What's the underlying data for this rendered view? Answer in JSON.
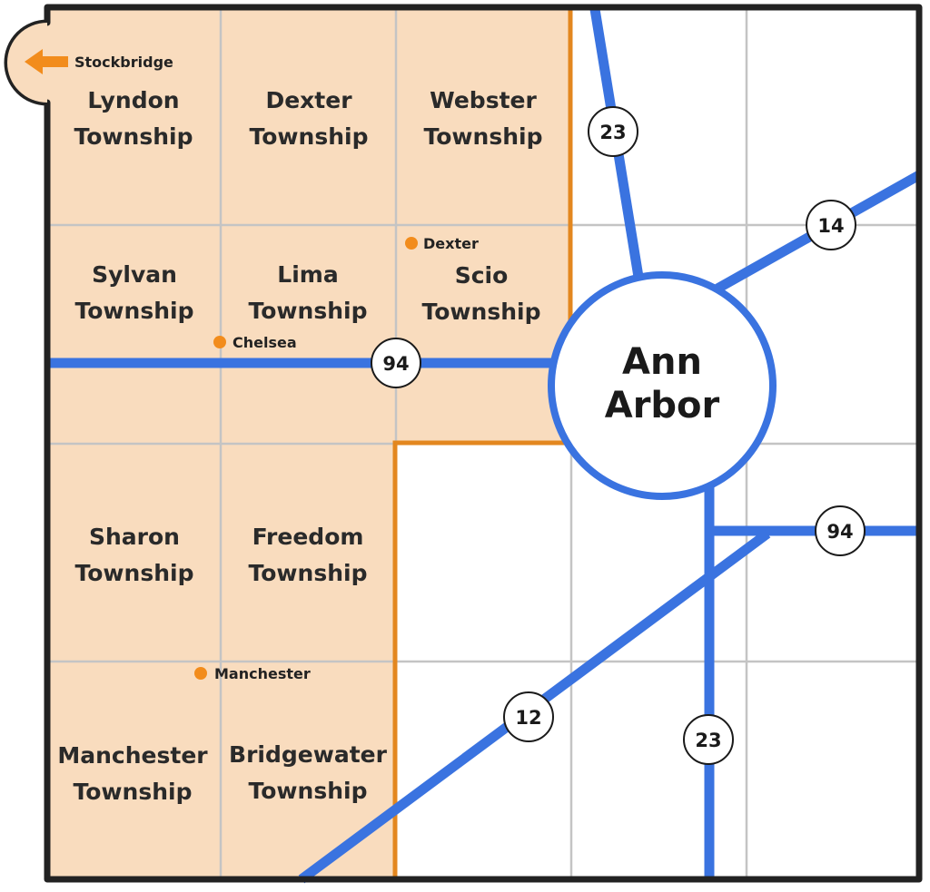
{
  "colors": {
    "region_fill": "#f9dcbe",
    "region_border": "#e3871f",
    "road": "#3a73e0",
    "grid": "#c4c4c4",
    "frame": "#222222",
    "town_dot": "#f28c1c",
    "arrow": "#f28c1c"
  },
  "stockbridge": {
    "label": "Stockbridge",
    "icon": "arrow-left-icon"
  },
  "townships": {
    "lyndon": {
      "line1": "Lyndon",
      "line2": "Township"
    },
    "dexter": {
      "line1": "Dexter",
      "line2": "Township"
    },
    "webster": {
      "line1": "Webster",
      "line2": "Township"
    },
    "sylvan": {
      "line1": "Sylvan",
      "line2": "Township"
    },
    "lima": {
      "line1": "Lima",
      "line2": "Township"
    },
    "scio": {
      "line1": "Scio",
      "line2": "Township"
    },
    "sharon": {
      "line1": "Sharon",
      "line2": "Township"
    },
    "freedom": {
      "line1": "Freedom",
      "line2": "Township"
    },
    "manchester": {
      "line1": "Manchester",
      "line2": "Township"
    },
    "bridgewater": {
      "line1": "Bridgewater",
      "line2": "Township"
    }
  },
  "towns": {
    "dexter": "Dexter",
    "chelsea": "Chelsea",
    "manchester": "Manchester"
  },
  "city": {
    "line1": "Ann",
    "line2": "Arbor"
  },
  "shields": {
    "us23_north": "23",
    "m14": "14",
    "i94_west": "94",
    "i94_east": "94",
    "m12": "12",
    "us23_south": "23"
  }
}
